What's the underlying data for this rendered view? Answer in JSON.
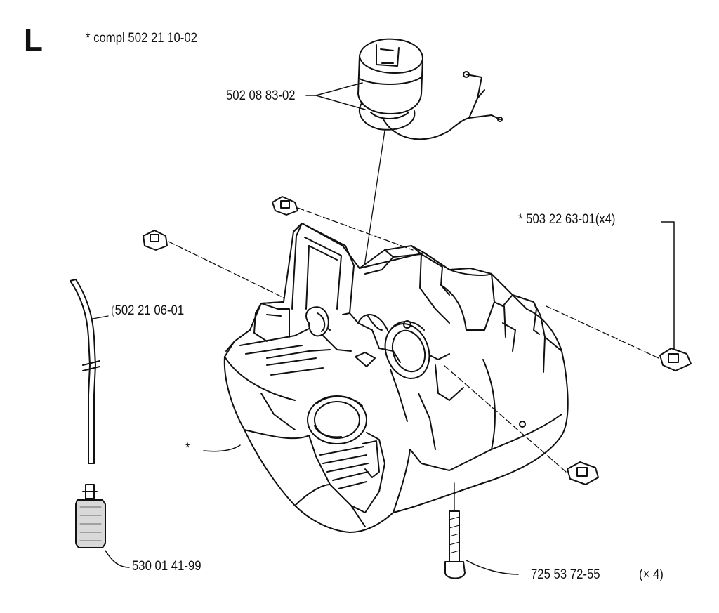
{
  "section": {
    "letter": "L"
  },
  "assembly": {
    "label": "* compl 502 21 10-02"
  },
  "parts": {
    "fuel_cap": "502 08 83-02",
    "nut_label": "* 503 22 63-01(x4)",
    "fuel_hose": "502 21 06-01",
    "hose_prefix": "(",
    "tank_marker": "*",
    "fuel_filter": "530 01 41-99",
    "screw": "725 53 72-55",
    "screw_qty": "(× 4)"
  }
}
